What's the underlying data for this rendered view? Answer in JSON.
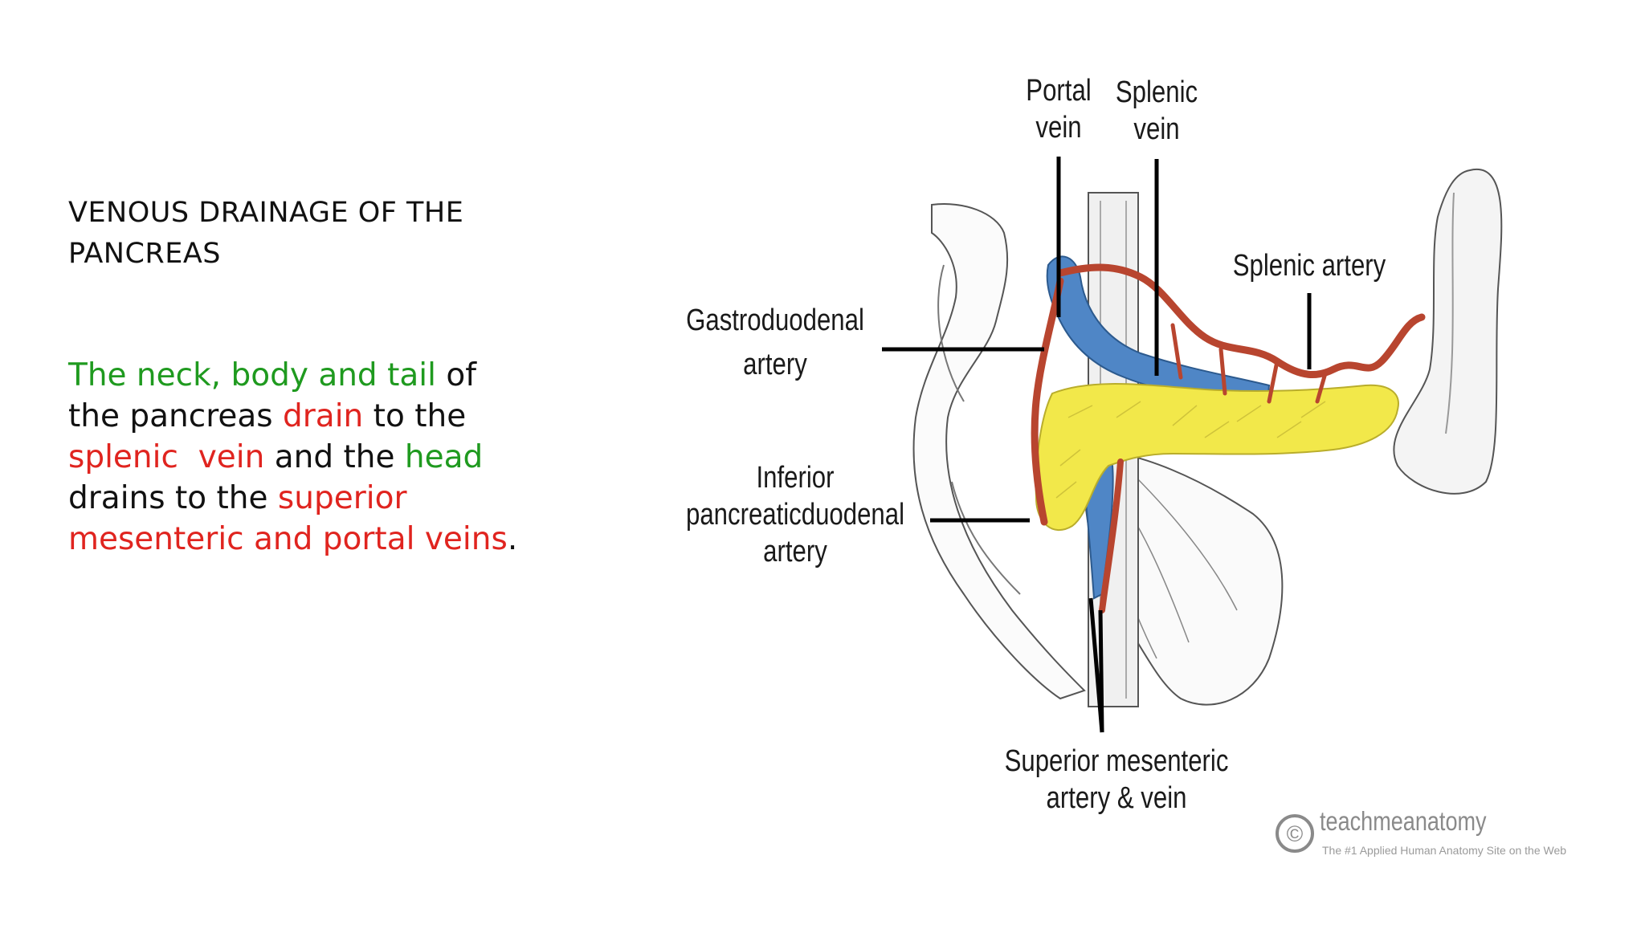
{
  "slide": {
    "title_lines": [
      "VENOUS DRAINAGE OF THE",
      "PANCREAS"
    ],
    "body": {
      "line1": {
        "part1": "The neck, body and tail",
        "part2": " of"
      },
      "line2": {
        "part1": "the pancreas ",
        "part2": "drain",
        "part3": " to the"
      },
      "line3": {
        "part1": "splenic  vein",
        "part2": " and the ",
        "part3": "head"
      },
      "line4": {
        "part1": "drains to the ",
        "part2": "superior"
      },
      "line5": {
        "part1": "mesenteric and portal veins",
        "part2": "."
      }
    },
    "colors": {
      "highlight_green": "#1f9a1f",
      "highlight_red": "#e0241f",
      "text": "#111111"
    }
  },
  "diagram": {
    "labels": {
      "portal_vein": [
        "Portal",
        "vein"
      ],
      "splenic_vein": [
        "Splenic",
        "vein"
      ],
      "splenic_artery": "Splenic artery",
      "gastroduodenal_artery": [
        "Gastroduodenal",
        "artery"
      ],
      "inferior_pancreaticoduodenal_artery": [
        "Inferior",
        "pancreaticduodenal",
        "artery"
      ],
      "superior_mesenteric": [
        "Superior mesenteric",
        "artery & vein"
      ]
    },
    "colors": {
      "pancreas": "#f2e84a",
      "vein": "#4f86c6",
      "artery": "#b8452f"
    },
    "watermark": {
      "symbol": "©",
      "name": "teachmeanatomy",
      "tagline": "The #1 Applied Human Anatomy Site on the Web"
    }
  }
}
